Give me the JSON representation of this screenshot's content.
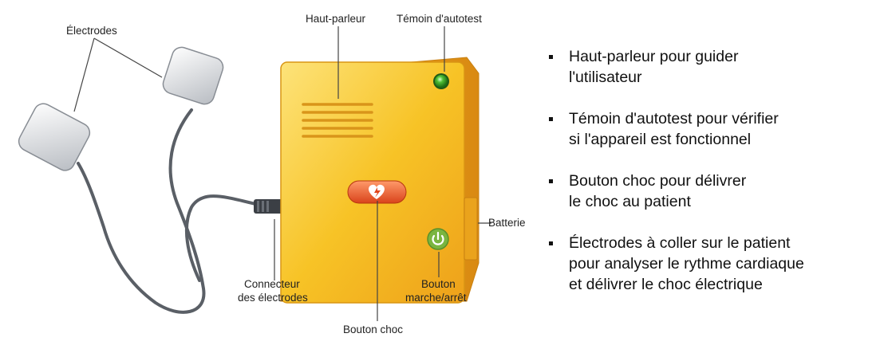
{
  "labels": {
    "electrodes": "Électrodes",
    "speaker": "Haut-parleur",
    "selftest": "Témoin d'autotest",
    "battery": "Batterie",
    "connector_line1": "Connecteur",
    "connector_line2": "des électrodes",
    "power_line1": "Bouton",
    "power_line2": "marche/arrêt",
    "shock": "Bouton choc"
  },
  "features": [
    {
      "line1": "Haut-parleur pour guider",
      "line2": "l'utilisateur"
    },
    {
      "line1": "Témoin d'autotest pour vérifier",
      "line2": "si l'appareil est fonctionnel"
    },
    {
      "line1": "Bouton choc pour délivrer",
      "line2": "le choc au patient"
    },
    {
      "line1": "Électrodes à coller sur le patient",
      "line2": "pour analyser le rythme cardiaque",
      "line3": "et délivrer le choc électrique"
    }
  ],
  "icons": {
    "shock_button": "heart-lightning-icon",
    "power_button": "power-icon",
    "selftest_light": "green-indicator-light"
  },
  "colors": {
    "device_body": "#f7c326",
    "shock_button": "#e85a2a",
    "power_button": "#7ab540",
    "indicator": "#3fa12a"
  }
}
